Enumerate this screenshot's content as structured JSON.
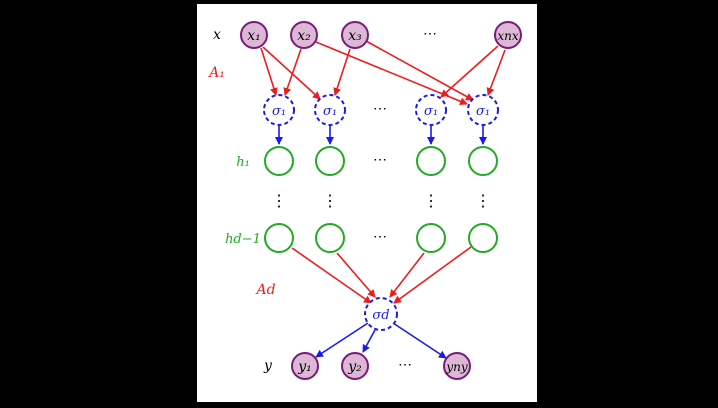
{
  "colors": {
    "input_fill": "#ddb8d6",
    "input_stroke": "#7a1a7a",
    "sigma_stroke": "#1a1aee",
    "hidden_stroke": "#22aa22",
    "edge_red": "#ee1c1c",
    "edge_blue": "#1a1aee"
  },
  "labels": {
    "x": "x",
    "A1": "A₁",
    "h1": "h₁",
    "hd1": "hd−1",
    "Ad": "Ad",
    "y": "y"
  },
  "nodes": {
    "inputs": [
      "x₁",
      "x₂",
      "x₃",
      "xnx"
    ],
    "sigma1": "σ₁",
    "sigmad": "σd",
    "outputs": [
      "y₁",
      "y₂",
      "yny"
    ],
    "ellipsis_h": "⋯",
    "ellipsis_v": "⋮"
  },
  "icons": {
    "ellipsis": "horizontal-ellipsis",
    "vdots": "vertical-ellipsis"
  }
}
